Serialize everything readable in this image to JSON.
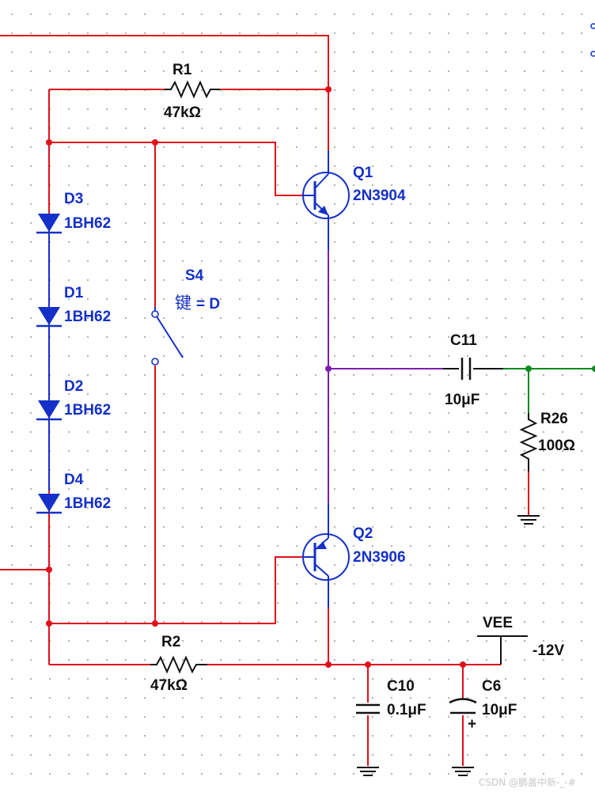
{
  "colors": {
    "wire_red": "#e0101a",
    "wire_purple": "#7a1fb0",
    "wire_green": "#0a8a1e",
    "component_blue": "#1430c8",
    "label_black": "#111111",
    "grid_dot": "#9a9a9a"
  },
  "components": {
    "r1": {
      "ref": "R1",
      "value": "47kΩ"
    },
    "r2": {
      "ref": "R2",
      "value": "47kΩ"
    },
    "q1": {
      "ref": "Q1",
      "value": "2N3904"
    },
    "q2": {
      "ref": "Q2",
      "value": "2N3906"
    },
    "d3": {
      "ref": "D3",
      "value": "1BH62"
    },
    "d1": {
      "ref": "D1",
      "value": "1BH62"
    },
    "d2": {
      "ref": "D2",
      "value": "1BH62"
    },
    "d4": {
      "ref": "D4",
      "value": "1BH62"
    },
    "s4": {
      "ref": "S4",
      "key_label": "键",
      "key_value": "= D"
    },
    "c11": {
      "ref": "C11",
      "value": "10μF"
    },
    "r26": {
      "ref": "R26",
      "value": "100Ω"
    },
    "c10": {
      "ref": "C10",
      "value": "0.1μF"
    },
    "c6": {
      "ref": "C6",
      "value": "10μF",
      "polarity": "+"
    },
    "vee": {
      "ref": "VEE",
      "value": "-12V"
    }
  },
  "watermark": "CSDN @鹏盖中新-_-#"
}
